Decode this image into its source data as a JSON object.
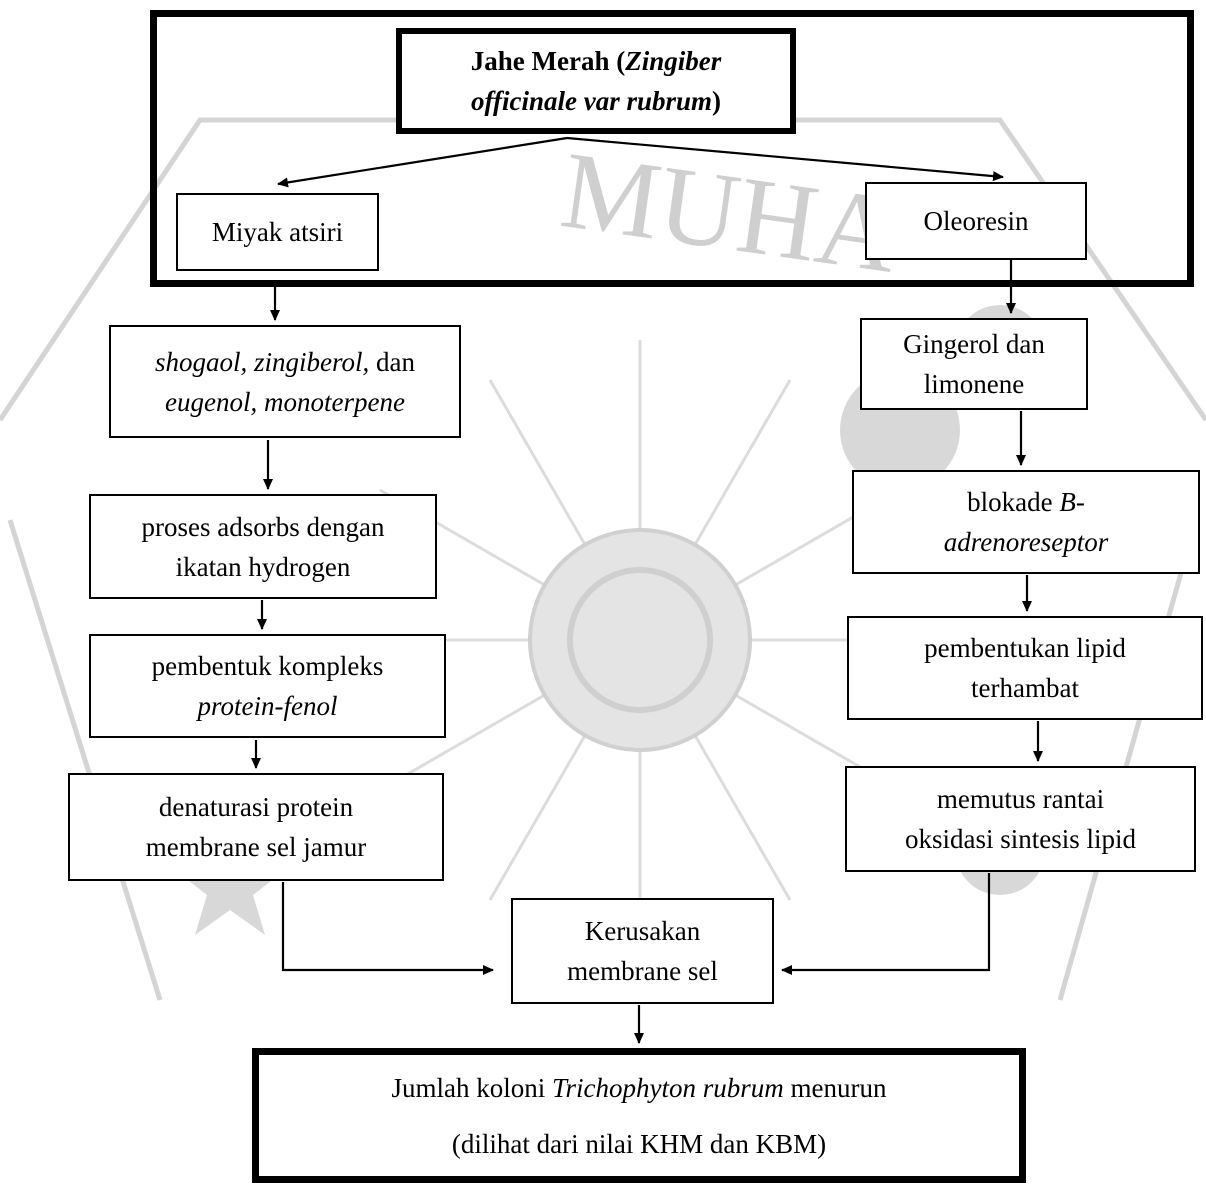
{
  "nodes": {
    "root": {
      "part1": "Jahe Merah (",
      "italic1": "Zingiber",
      "italic2": "officinale var rubrum",
      "part2": ")"
    },
    "minyak": {
      "text": "Miyak atsiri"
    },
    "oleoresin": {
      "text": "Oleoresin"
    },
    "komponen_atsiri": {
      "italic1": "shogaol, zingiberol,",
      "normal1": " dan",
      "italic2": "eugenol, monoterpene"
    },
    "gingerol": {
      "line1": "Gingerol dan",
      "line2": "limonene"
    },
    "adsorbs": {
      "line1": "proses adsorbs dengan",
      "line2": "ikatan hydrogen"
    },
    "blokade": {
      "normal1": "blokade ",
      "italic1": "B-",
      "italic2": "adrenoreseptor"
    },
    "kompleks": {
      "line1": "pembentuk kompleks",
      "italic1": "protein-fenol"
    },
    "lipid": {
      "line1": "pembentukan lipid",
      "line2": "terhambat"
    },
    "denaturasi": {
      "line1": "denaturasi protein",
      "line2": "membrane sel jamur"
    },
    "rantai": {
      "line1": "memutus rantai",
      "line2": "oksidasi sintesis lipid"
    },
    "kerusakan": {
      "line1": "Kerusakan",
      "line2": "membrane sel"
    },
    "hasil": {
      "part1": "Jumlah koloni ",
      "italic1": "Trichophyton rubrum",
      "part2": " menurun",
      "line2": "(dilihat dari nilai KHM dan KBM)"
    }
  },
  "watermark": {
    "text": "MUHA"
  }
}
